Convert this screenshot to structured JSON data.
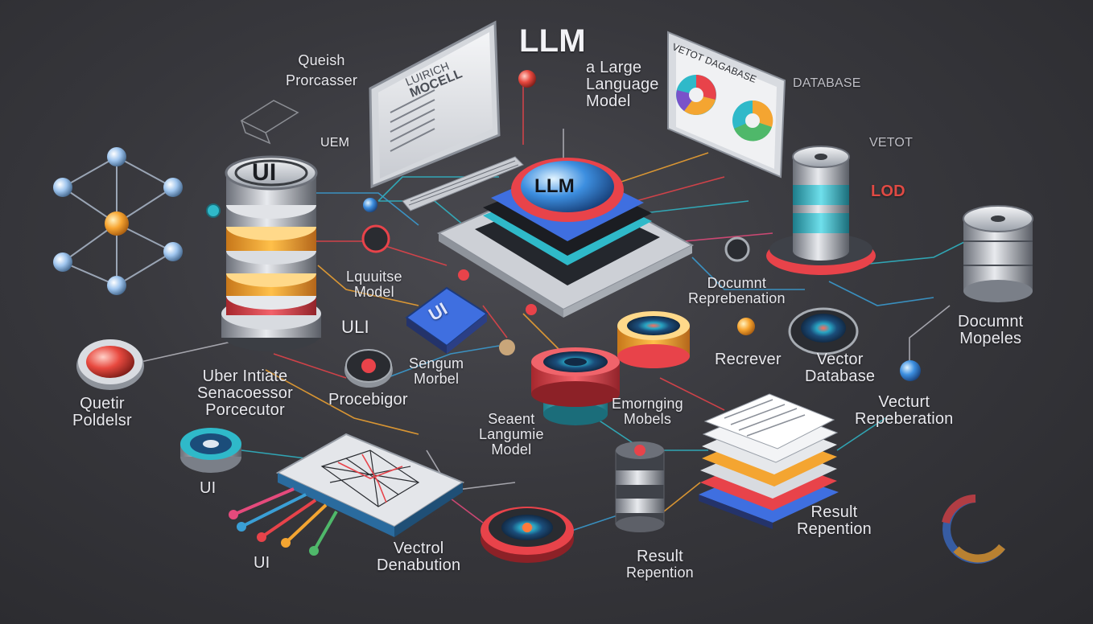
{
  "title": "LLM",
  "subtitle": [
    "a Large",
    "Language",
    "Model"
  ],
  "labels": {
    "query_processor": [
      "Queish",
      "Prorcasser"
    ],
    "monitor_screen": [
      "LUIRICH",
      "MOCELL"
    ],
    "db_screen": "VETOT DAGABASE",
    "database_header": "DATABASE",
    "vetot": "VETOT",
    "lod": "LOD",
    "uem": "UEM",
    "ui_stack": "UI",
    "llm_chip": "LLM",
    "lquuitse_model": [
      "Lquuitse",
      "Model"
    ],
    "document_representation": [
      "Documnt",
      "Reprebenation"
    ],
    "uli": "ULI",
    "ui_block": "UI",
    "sengum_morbel": [
      "Sengum",
      "Morbel"
    ],
    "recrever": "Recrever",
    "vector_database": [
      "Vector",
      "Database"
    ],
    "document_mopeles": [
      "Documnt",
      "Mopeles"
    ],
    "quetir_poldelsr": [
      "Quetir",
      "Poldelsr"
    ],
    "uber_intiate": [
      "Uber Intiate",
      "Senacoessor",
      "Porcecutor"
    ],
    "procebigor": "Procebigor",
    "seaent_model": [
      "Seaent",
      "Langumie",
      "Model"
    ],
    "emornging_models": [
      "Emornging",
      "Mobels"
    ],
    "vectirt_repeberation": [
      "Vecturt",
      "Repeberation"
    ],
    "ui_left": "UI",
    "ui_bottom": "UI",
    "vectrol_denabution": [
      "Vectrol",
      "Denabution"
    ],
    "result_reperntion_1": [
      "Result",
      "Repention"
    ],
    "result_reperntion_2": [
      "Result",
      "Repention"
    ]
  },
  "colors": {
    "accent_red": "#e8434a",
    "accent_orange": "#f4a531",
    "accent_teal": "#2fb9c9",
    "accent_blue": "#3a6fd1",
    "accent_pink": "#e54a7c",
    "background": "#38383d"
  }
}
